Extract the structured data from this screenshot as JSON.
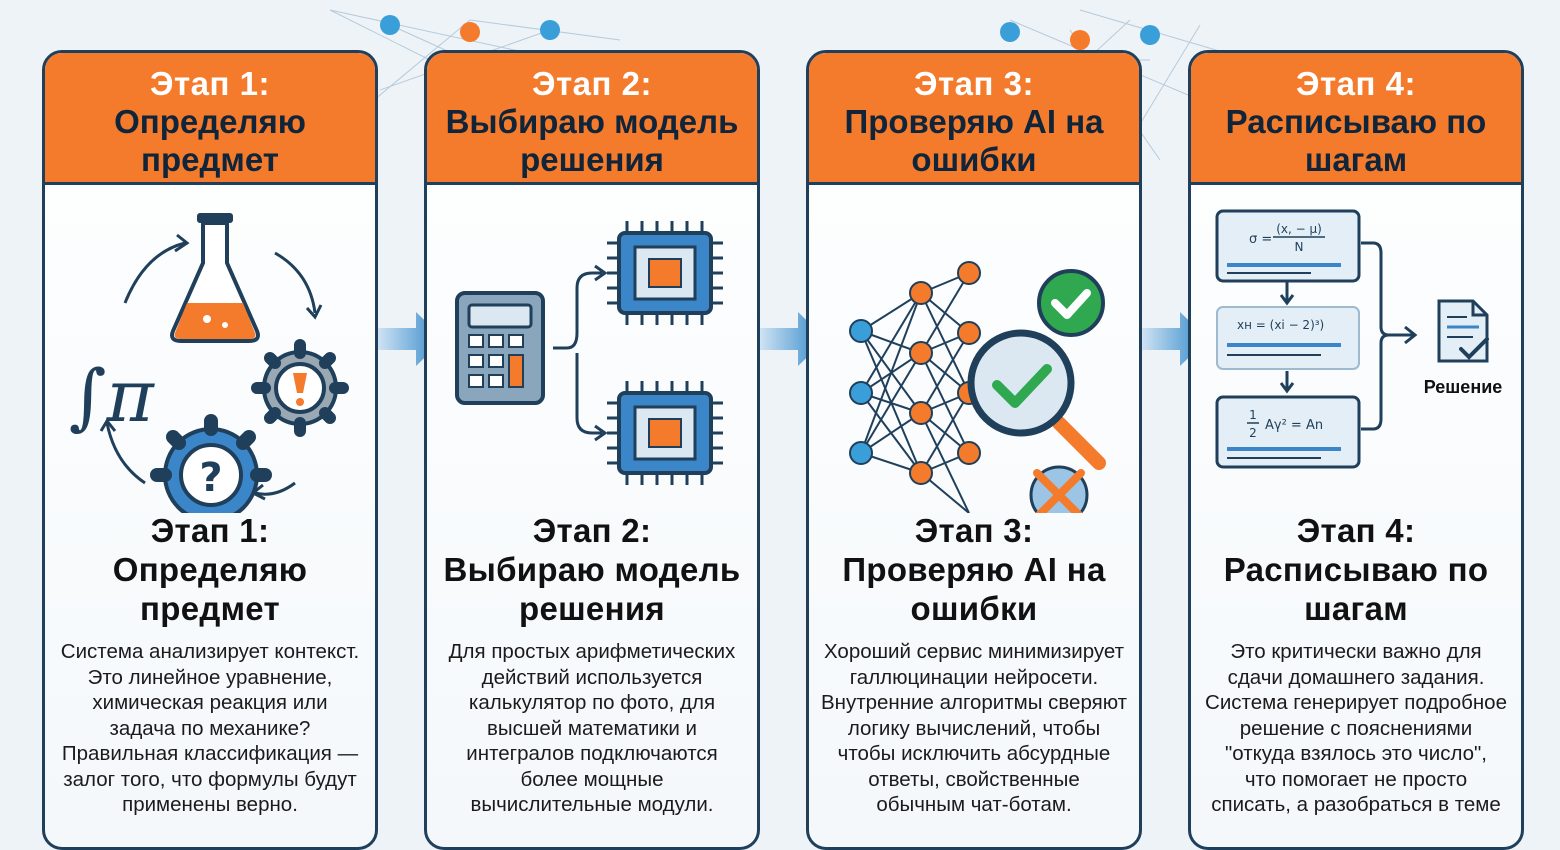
{
  "stages": [
    {
      "stage": "Этап 1:",
      "title": "Определяю предмет",
      "description": "Система анализирует контекст.\nЭто линейное уравнение,\nхимическая реакция или\nзадача по механике?\nПравильная классификация —\nзалог того, что формулы будут\nприменены верно.",
      "icons": [
        "integral-pi-icon",
        "flask-icon",
        "gear-exclamation-icon",
        "gear-question-icon",
        "cycle-arrows-icon"
      ]
    },
    {
      "stage": "Этап 2:",
      "title": "Выбираю модель решения",
      "description": "Для простых арифметических\nдействий используется\nкалькулятор по фото, для\nвысшей математики и\nинтегралов подключаются\nболее мощные\nвычислительные модули.",
      "icons": [
        "calculator-icon",
        "chip-icon",
        "chip-icon",
        "branch-arrows-icon"
      ]
    },
    {
      "stage": "Этап 3:",
      "title": "Проверяю AI на ошибки",
      "description": "Хороший сервис минимизирует\nгаллюцинации нейросети.\nВнутренние алгоритмы сверяют\nлогику вычислений, чтобы\nчтобы исключить абсурдные\nответы, свойственные\nобычным чат-ботам.",
      "icons": [
        "neural-network-icon",
        "magnifier-check-icon",
        "check-badge-icon",
        "error-cross-icon"
      ]
    },
    {
      "stage": "Этап 4:",
      "title": "Расписываю по шагам",
      "description": "Это критически важно для\nсдачи домашнего задания.\nСистема генерирует подробное\nрешение с пояснениями\n\"откуда взялось это число\",\nчто помогает не просто\nсписать, а разобраться в теме",
      "icons": [
        "formula-card-icon",
        "document-check-icon"
      ],
      "formulas": {
        "f1_lhs": "σ =",
        "f1_num": "(x, − μ)",
        "f1_den": "N",
        "f2": "xн = (xi − 2)³)",
        "f3_frac_num": "1",
        "f3_frac_den": "2",
        "f3_rest": "Aγ² = An"
      },
      "result_label": "Решение"
    }
  ],
  "colors": {
    "orange": "#f47a2c",
    "navy": "#1f3f5b",
    "blue": "#3a86c8",
    "green": "#2fa84f",
    "arrow": "#2f86c8"
  }
}
